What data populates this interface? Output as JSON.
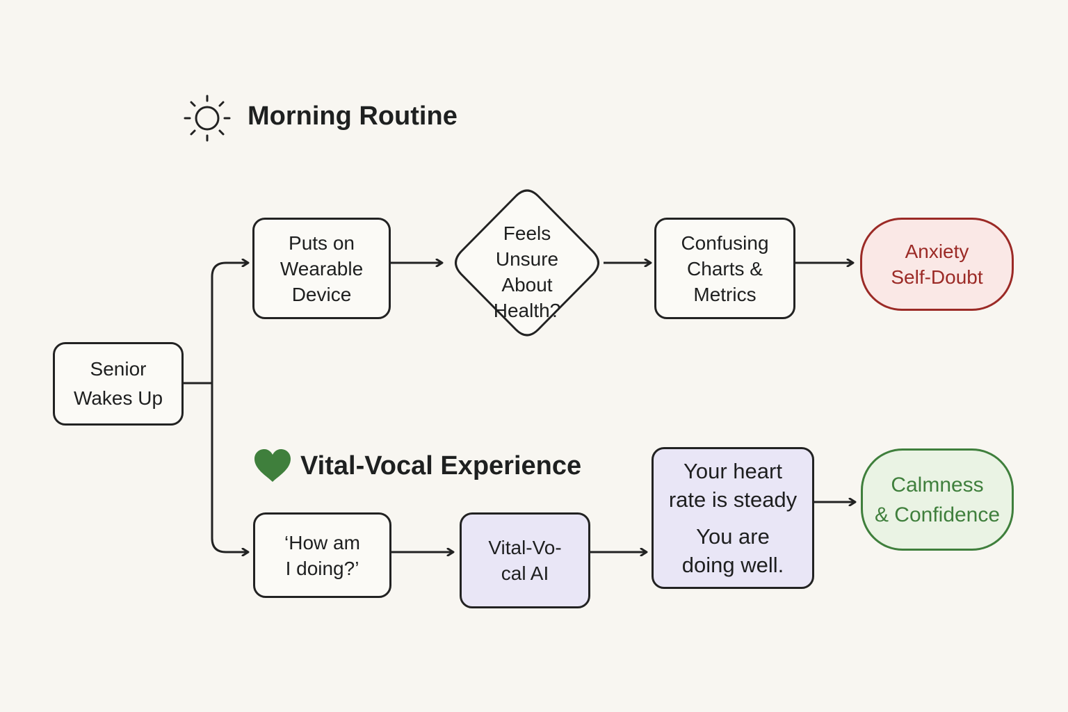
{
  "sections": {
    "morning": {
      "title": "Morning Routine",
      "icon": "sun-icon"
    },
    "vital": {
      "title": "Vital-Vocal Experience",
      "icon": "heart-icon",
      "icon_color": "#3f7f3c"
    }
  },
  "nodes": {
    "start": {
      "lines": [
        "Senior",
        "Wakes Up"
      ]
    },
    "wearable": {
      "lines": [
        "Puts on",
        "Wearable",
        "Device"
      ]
    },
    "unsure": {
      "lines": [
        "Feels",
        "Unsure",
        "About",
        "Health?"
      ]
    },
    "confusing": {
      "lines": [
        "Confusing",
        "Charts &",
        "Metrics"
      ]
    },
    "anxiety": {
      "lines": [
        "Anxiety",
        "Self-Doubt"
      ],
      "color": "#9b2a26"
    },
    "question": {
      "lines": [
        "‘How am",
        "I doing?’"
      ]
    },
    "ai": {
      "lines": [
        "Vital-Vo-",
        "cal AI"
      ]
    },
    "response": {
      "lines": [
        "Your heart",
        "rate is steady",
        "You are",
        "doing well."
      ]
    },
    "calm": {
      "lines": [
        "Calmness",
        "& Confidence"
      ],
      "color": "#3f7f3c"
    }
  }
}
